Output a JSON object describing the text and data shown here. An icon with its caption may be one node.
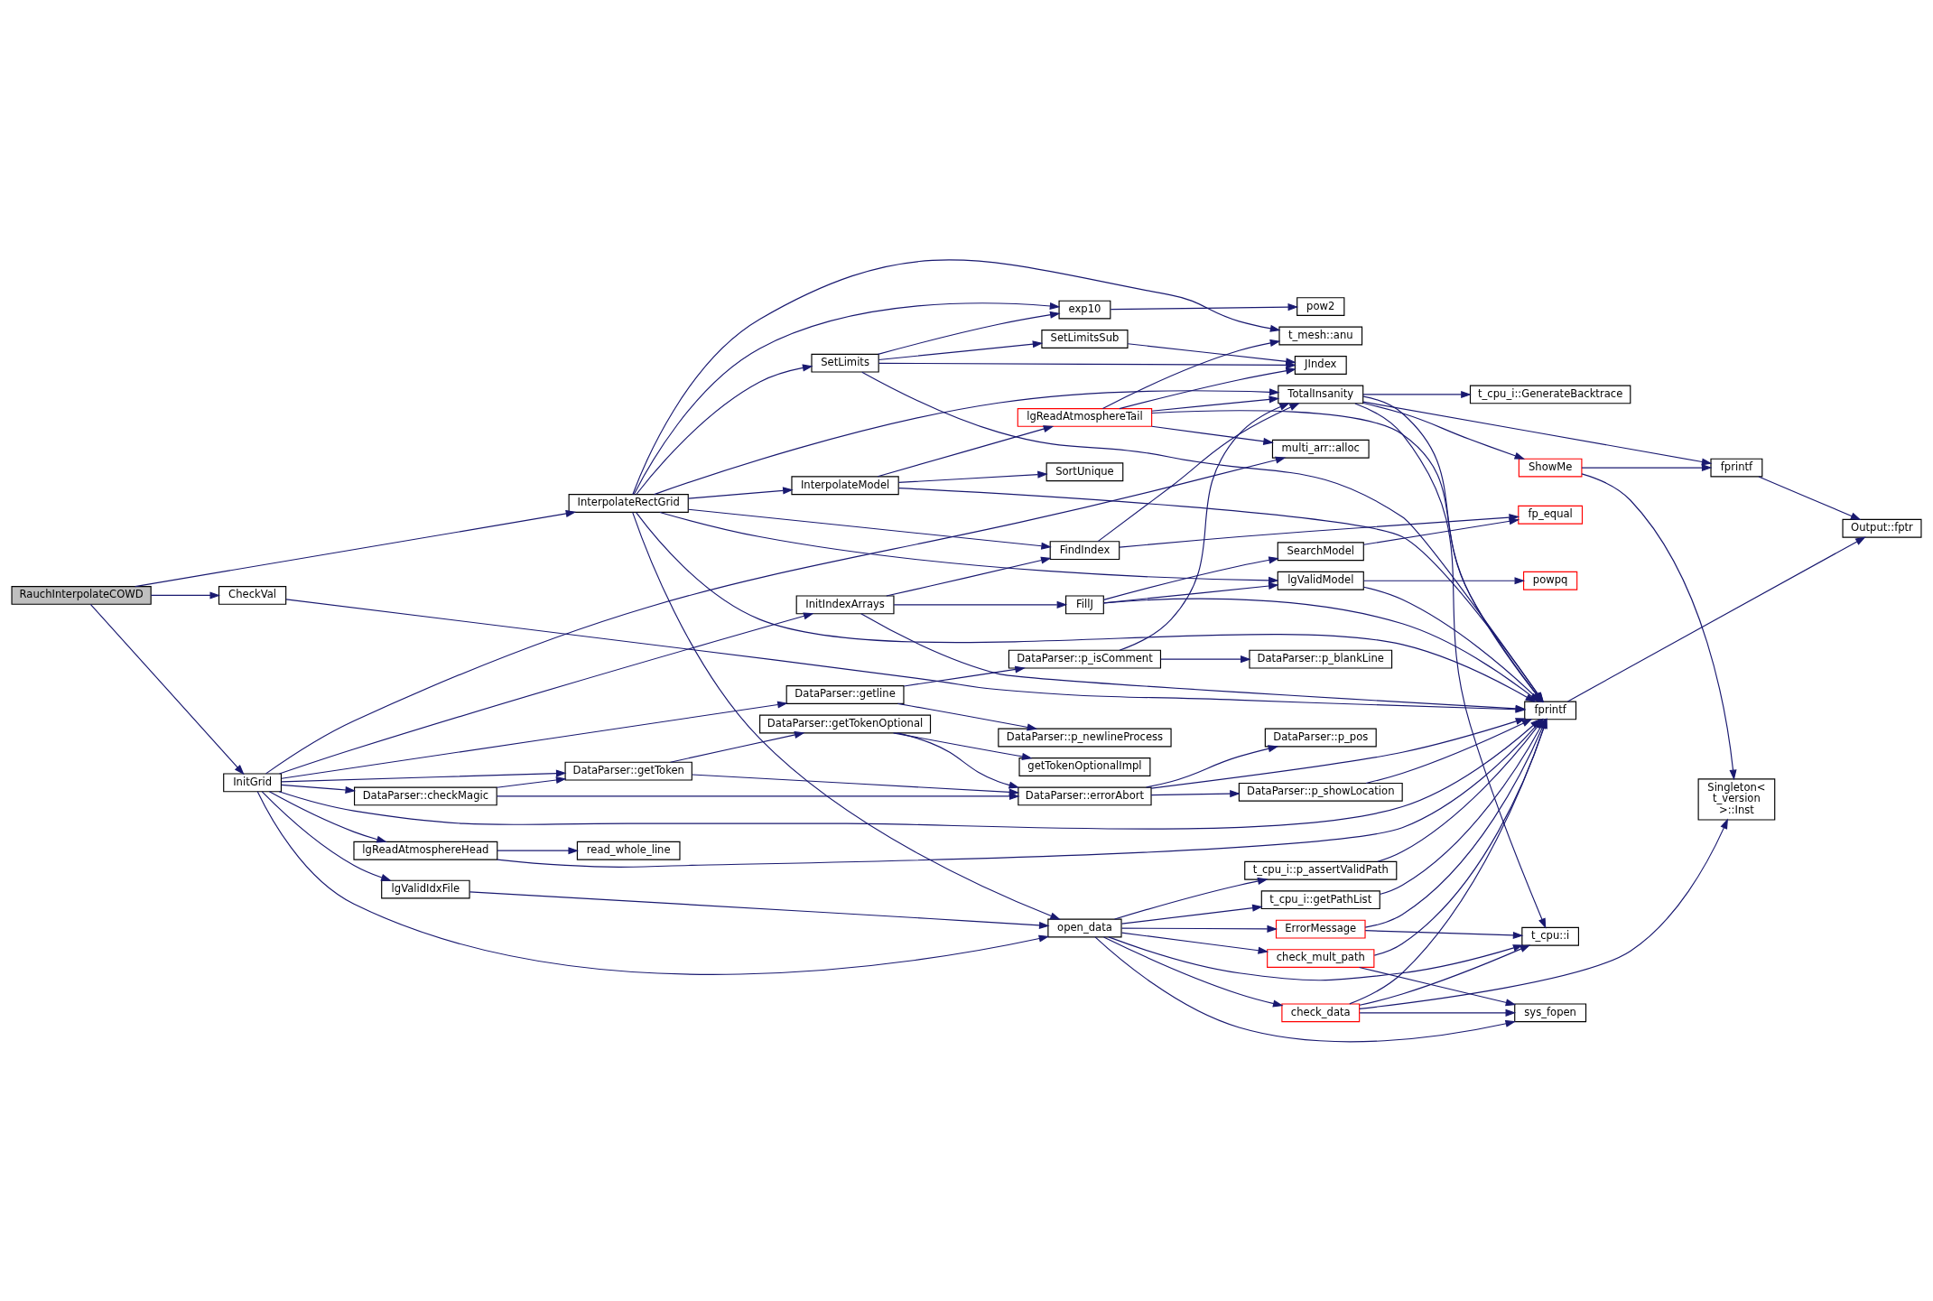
{
  "diagram": {
    "nodes": [
      {
        "text": [
          "RauchInterpolateCOWD"
        ]
      },
      {
        "text": [
          "InitGrid"
        ]
      },
      {
        "text": [
          "CheckVal"
        ]
      },
      {
        "text": [
          "InterpolateRectGrid"
        ]
      },
      {
        "text": [
          "lgValidIdxFile"
        ]
      },
      {
        "text": [
          "lgReadAtmosphereHead"
        ]
      },
      {
        "text": [
          "DataParser::checkMagic"
        ]
      },
      {
        "text": [
          "open_data"
        ]
      },
      {
        "text": [
          "read_whole_line"
        ]
      },
      {
        "text": [
          "DataParser::getToken"
        ]
      },
      {
        "text": [
          "DataParser::getTokenOptional"
        ]
      },
      {
        "text": [
          "DataParser::getline"
        ]
      },
      {
        "text": [
          "InterpolateModel"
        ]
      },
      {
        "text": [
          "InitIndexArrays"
        ]
      },
      {
        "text": [
          "SetLimits"
        ]
      },
      {
        "text": [
          "check_data"
        ]
      },
      {
        "text": [
          "check_mult_path"
        ]
      },
      {
        "text": [
          "ErrorMessage"
        ]
      },
      {
        "text": [
          "t_cpu_i::getPathList"
        ]
      },
      {
        "text": [
          "t_cpu_i::p_assertValidPath"
        ]
      },
      {
        "text": [
          "getTokenOptionalImpl"
        ]
      },
      {
        "text": [
          "DataParser::errorAbort"
        ]
      },
      {
        "text": [
          "DataParser::p_newlineProcess"
        ]
      },
      {
        "text": [
          "DataParser::p_isComment"
        ]
      },
      {
        "text": [
          "lgReadAtmosphereTail"
        ]
      },
      {
        "text": [
          "SortUnique"
        ]
      },
      {
        "text": [
          "FillJ"
        ]
      },
      {
        "text": [
          "FindIndex"
        ]
      },
      {
        "text": [
          "exp10"
        ]
      },
      {
        "text": [
          "SetLimitsSub"
        ]
      },
      {
        "text": [
          "sys_fopen"
        ]
      },
      {
        "text": [
          "t_cpu::i"
        ]
      },
      {
        "text": [
          "DataParser::p_pos"
        ]
      },
      {
        "text": [
          "DataParser::p_showLocation"
        ]
      },
      {
        "text": [
          "DataParser::p_blankLine"
        ]
      },
      {
        "text": [
          "fprintf"
        ]
      },
      {
        "text": [
          "multi_arr::alloc"
        ]
      },
      {
        "text": [
          "t_mesh::anu"
        ]
      },
      {
        "text": [
          "SearchModel"
        ]
      },
      {
        "text": [
          "TotalInsanity"
        ]
      },
      {
        "text": [
          "lgValidModel"
        ]
      },
      {
        "text": [
          "pow2"
        ]
      },
      {
        "text": [
          "JIndex"
        ]
      },
      {
        "text": [
          "Singleton< t_version >::Inst"
        ]
      },
      {
        "text": [
          "fp_equal"
        ]
      },
      {
        "text": [
          "ShowMe"
        ]
      },
      {
        "text": [
          "t_cpu_i::GenerateBacktrace"
        ]
      },
      {
        "text": [
          "powpq"
        ]
      },
      {
        "text": [
          "Output::fptr"
        ]
      },
      {
        "text": [
          "fprintf"
        ]
      }
    ],
    "edges": [
      {
        "from": 0,
        "to": 1,
        "arrow": "to"
      },
      {
        "from": 0,
        "to": 2,
        "arrow": "to"
      },
      {
        "from": 0,
        "to": 3,
        "arrow": "to"
      },
      {
        "from": 1,
        "to": 4,
        "arrow": "to"
      },
      {
        "from": 1,
        "to": 7,
        "arrow": "to"
      },
      {
        "from": 1,
        "to": 35,
        "arrow": "to"
      },
      {
        "from": 1,
        "to": 5,
        "arrow": "to"
      },
      {
        "from": 1,
        "to": 9,
        "arrow": "to"
      },
      {
        "from": 1,
        "to": 6,
        "arrow": "to"
      },
      {
        "from": 1,
        "to": 11,
        "arrow": "to"
      },
      {
        "from": 1,
        "to": 36,
        "arrow": "to"
      },
      {
        "from": 1,
        "to": 13,
        "arrow": "to"
      },
      {
        "from": 2,
        "to": 35,
        "arrow": "to"
      },
      {
        "from": 3,
        "to": 7,
        "arrow": "to"
      },
      {
        "from": 3,
        "to": 35,
        "arrow": "to"
      },
      {
        "from": 3,
        "to": 12,
        "arrow": "to"
      },
      {
        "from": 3,
        "to": 37,
        "arrow": "to"
      },
      {
        "from": 3,
        "to": 27,
        "arrow": "to"
      },
      {
        "from": 3,
        "to": 39,
        "arrow": "to"
      },
      {
        "from": 3,
        "to": 40,
        "arrow": "to"
      },
      {
        "from": 3,
        "to": 28,
        "arrow": "to"
      },
      {
        "from": 3,
        "to": 14,
        "arrow": "to"
      },
      {
        "from": 4,
        "to": 7,
        "arrow": "to"
      },
      {
        "from": 5,
        "to": 8,
        "arrow": "to"
      },
      {
        "from": 5,
        "to": 35,
        "arrow": "to"
      },
      {
        "from": 6,
        "to": 9,
        "arrow": "to"
      },
      {
        "from": 6,
        "to": 21,
        "arrow": "to"
      },
      {
        "from": 7,
        "to": 30,
        "arrow": "to"
      },
      {
        "from": 7,
        "to": 15,
        "arrow": "to"
      },
      {
        "from": 7,
        "to": 16,
        "arrow": "to"
      },
      {
        "from": 7,
        "to": 31,
        "arrow": "to"
      },
      {
        "from": 7,
        "to": 17,
        "arrow": "to"
      },
      {
        "from": 7,
        "to": 18,
        "arrow": "to"
      },
      {
        "from": 7,
        "to": 19,
        "arrow": "to"
      },
      {
        "from": 9,
        "to": 10,
        "arrow": "to"
      },
      {
        "from": 9,
        "to": 21,
        "arrow": "to"
      },
      {
        "from": 10,
        "to": 20,
        "arrow": "to"
      },
      {
        "from": 10,
        "to": 21,
        "arrow": "to"
      },
      {
        "from": 11,
        "to": 22,
        "arrow": "to"
      },
      {
        "from": 11,
        "to": 23,
        "arrow": "to"
      },
      {
        "from": 12,
        "to": 35,
        "arrow": "to"
      },
      {
        "from": 12,
        "to": 24,
        "arrow": "to"
      },
      {
        "from": 12,
        "to": 25,
        "arrow": "to"
      },
      {
        "from": 13,
        "to": 35,
        "arrow": "to"
      },
      {
        "from": 13,
        "to": 26,
        "arrow": "to"
      },
      {
        "from": 13,
        "to": 27,
        "arrow": "to"
      },
      {
        "from": 14,
        "to": 28,
        "arrow": "to"
      },
      {
        "from": 14,
        "to": 35,
        "arrow": "to"
      },
      {
        "from": 14,
        "to": 42,
        "arrow": "to"
      },
      {
        "from": 14,
        "to": 29,
        "arrow": "to"
      },
      {
        "from": 15,
        "to": 30,
        "arrow": "to"
      },
      {
        "from": 15,
        "to": 31,
        "arrow": "to"
      },
      {
        "from": 15,
        "to": 35,
        "arrow": "to"
      },
      {
        "from": 15,
        "to": 43,
        "arrow": "to"
      },
      {
        "from": 16,
        "to": 30,
        "arrow": "to"
      },
      {
        "from": 16,
        "to": 35,
        "arrow": "to"
      },
      {
        "from": 17,
        "to": 31,
        "arrow": "to"
      },
      {
        "from": 17,
        "to": 35,
        "arrow": "to"
      },
      {
        "from": 18,
        "to": 35,
        "arrow": "to"
      },
      {
        "from": 19,
        "to": 35,
        "arrow": "to"
      },
      {
        "from": 21,
        "to": 32,
        "arrow": "to"
      },
      {
        "from": 21,
        "to": 35,
        "arrow": "to"
      },
      {
        "from": 21,
        "to": 33,
        "arrow": "to"
      },
      {
        "from": 23,
        "to": 34,
        "arrow": "to"
      },
      {
        "from": 23,
        "to": 39,
        "arrow": "to"
      },
      {
        "from": 24,
        "to": 36,
        "arrow": "to"
      },
      {
        "from": 24,
        "to": 35,
        "arrow": "to"
      },
      {
        "from": 24,
        "to": 37,
        "arrow": "to"
      },
      {
        "from": 24,
        "to": 39,
        "arrow": "to"
      },
      {
        "from": 24,
        "to": 42,
        "arrow": "to"
      },
      {
        "from": 26,
        "to": 35,
        "arrow": "to"
      },
      {
        "from": 26,
        "to": 38,
        "arrow": "to"
      },
      {
        "from": 26,
        "to": 40,
        "arrow": "to"
      },
      {
        "from": 27,
        "to": 44,
        "arrow": "to"
      },
      {
        "from": 27,
        "to": 39,
        "arrow": "to"
      },
      {
        "from": 28,
        "to": 41,
        "arrow": "to"
      },
      {
        "from": 29,
        "to": 42,
        "arrow": "to"
      },
      {
        "from": 33,
        "to": 35,
        "arrow": "to"
      },
      {
        "from": 35,
        "to": 48,
        "arrow": "to"
      },
      {
        "from": 38,
        "to": 44,
        "arrow": "to"
      },
      {
        "from": 39,
        "to": 31,
        "arrow": "to"
      },
      {
        "from": 39,
        "to": 35,
        "arrow": "to"
      },
      {
        "from": 39,
        "to": 45,
        "arrow": "to"
      },
      {
        "from": 39,
        "to": 49,
        "arrow": "to"
      },
      {
        "from": 39,
        "to": 46,
        "arrow": "to"
      },
      {
        "from": 40,
        "to": 35,
        "arrow": "to"
      },
      {
        "from": 40,
        "to": 47,
        "arrow": "to"
      },
      {
        "from": 45,
        "to": 43,
        "arrow": "to"
      },
      {
        "from": 45,
        "to": 49,
        "arrow": "to"
      },
      {
        "from": 49,
        "to": 48,
        "arrow": "to"
      }
    ]
  }
}
